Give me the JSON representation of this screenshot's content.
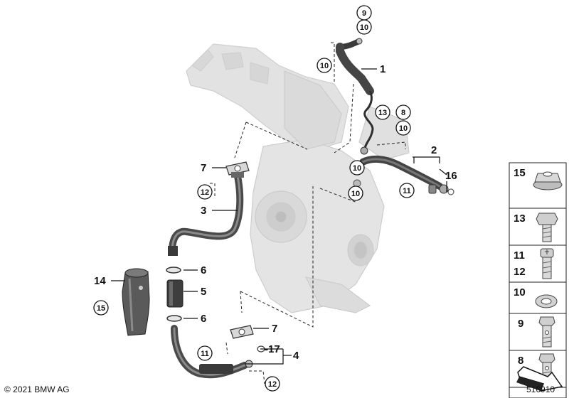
{
  "parts": {
    "p1": "1",
    "p2": "2",
    "p3": "3",
    "p4": "4",
    "p5": "5",
    "p6a": "6",
    "p6b": "6",
    "p7a": "7",
    "p7b": "7",
    "p14": "14",
    "p16": "16",
    "p17": "-17"
  },
  "circles": {
    "c9": "9",
    "c10a": "10",
    "c10b": "10",
    "c10c": "10",
    "c10d": "10",
    "c10e": "10",
    "c8": "8",
    "c13": "13",
    "c11a": "11",
    "c11b": "11",
    "c12a": "12",
    "c12b": "12",
    "c15": "15"
  },
  "legend": {
    "l15": "15",
    "l13": "13",
    "l11": "11",
    "l12": "12",
    "l10": "10",
    "l9": "9",
    "l8": "8"
  },
  "footer": {
    "copyright": "© 2021 BMW AG",
    "image_number": "516910"
  },
  "colors": {
    "ghost": "#dedede",
    "ghost_dark": "#c9c9c9",
    "pipe": "#4a4a4a",
    "pipe_light": "#8a8a8a"
  }
}
